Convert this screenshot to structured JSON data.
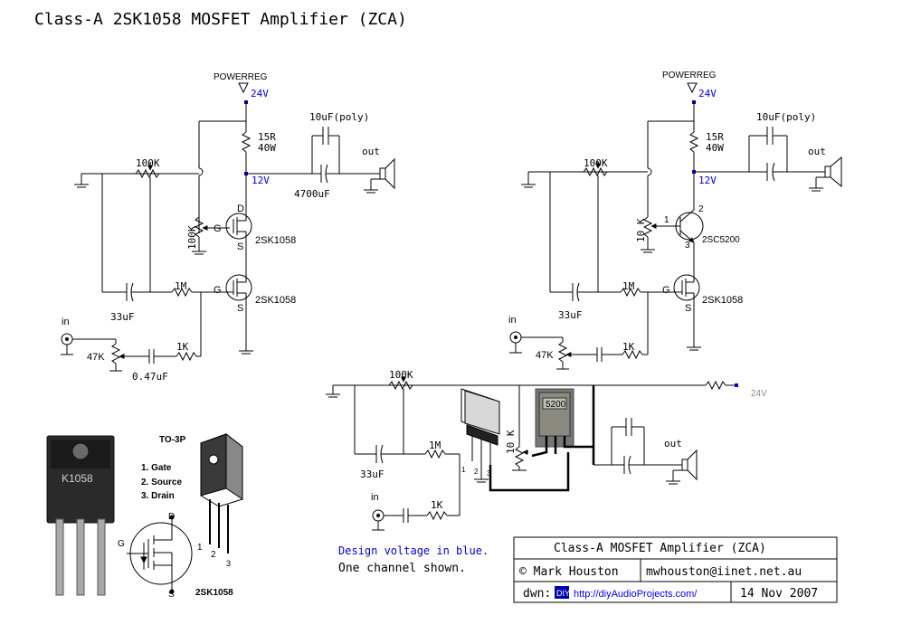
{
  "title": "Class-A 2SK1058 MOSFET Amplifier (ZCA)",
  "left_schematic": {
    "power_label": "POWERREG",
    "supply_voltage": "24V",
    "resistor_15r_line1": "15R",
    "resistor_15r_line2": "40W",
    "cap_poly": "10uF(poly)",
    "output_label": "out",
    "output_cap": "4700uF",
    "midpoint_voltage": "12V",
    "bias_pot": "100K",
    "gate_pot": "100K",
    "gate_label": "G",
    "drain_label": "D",
    "source_label": "S",
    "upper_transistor": "2SK1058",
    "lower_transistor": "2SK1058",
    "feedback_resistor": "1M",
    "bootstrap_cap": "33uF",
    "input_label": "in",
    "volume_pot": "47K",
    "input_cap": "0.47uF",
    "input_resistor": "1K"
  },
  "right_schematic": {
    "power_label": "POWERREG",
    "supply_voltage": "24V",
    "resistor_15r_line1": "15R",
    "resistor_15r_line2": "40W",
    "cap_poly": "10uF(poly)",
    "output_label": "out",
    "midpoint_voltage": "12V",
    "bias_pot": "100K",
    "base_pot": "10 K",
    "pin_1": "1",
    "pin_2": "2",
    "pin_3": "3",
    "bjt_name": "2SC5200",
    "gate_label": "G",
    "source_label": "S",
    "lower_transistor": "2SK1058",
    "feedback_resistor": "1M",
    "bootstrap_cap": "33uF",
    "input_label": "in",
    "volume_pot": "47K",
    "input_resistor": "1K"
  },
  "wiring_diagram": {
    "bias_pot": "100K",
    "supply_voltage": "24V",
    "device_marking": "5200",
    "trim_pot": "10 K",
    "output_label": "out",
    "feedback_resistor": "1M",
    "bootstrap_cap": "33uF",
    "input_label": "in",
    "input_resistor": "1K",
    "pin_1": "1",
    "pin_2": "2",
    "pin_3": "3"
  },
  "package": {
    "package_type": "TO-3P",
    "pin_1_name": "1. Gate",
    "pin_2_name": "2. Source",
    "pin_3_name": "3. Drain",
    "part_marking": "K1058",
    "drain_label": "D",
    "gate_label": "G",
    "source_label": "S",
    "pin_num_1": "1",
    "pin_num_2": "2",
    "pin_num_3": "3",
    "part_name": "2SK1058"
  },
  "notes": {
    "design_note": "Design voltage in blue.",
    "channel_note": "One channel shown."
  },
  "title_block": {
    "title": "Class-A MOSFET Amplifier (ZCA)",
    "author": "© Mark Houston",
    "email": "mwhouston@iinet.net.au",
    "dwn_label": "dwn:",
    "diy_badge": "DIY",
    "url": "http://diyAudioProjects.com/",
    "date": "14 Nov 2007"
  },
  "colors": {
    "line": "#000000",
    "design_voltage": "#0000cc",
    "link": "#0000ee",
    "gray_label": "#888888",
    "heatsink": "#777777",
    "bjt_case": "#8a8a80"
  }
}
